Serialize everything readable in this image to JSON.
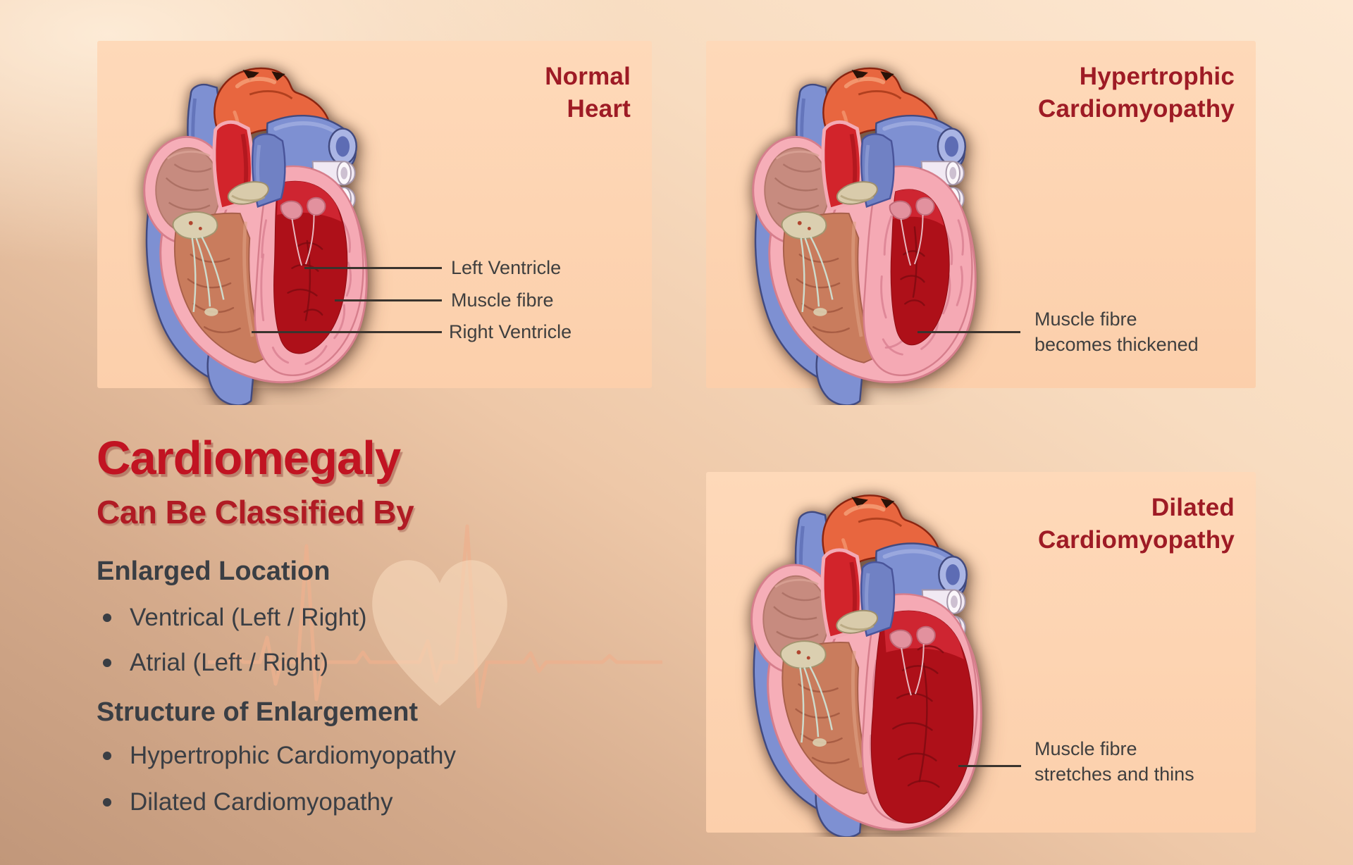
{
  "headline": {
    "title": "Cardiomegaly",
    "subtitle": "Can Be Classified By"
  },
  "classification": {
    "location": {
      "heading": "Enlarged Location",
      "items": [
        "Ventrical (Left / Right)",
        "Atrial (Left / Right)"
      ]
    },
    "structure": {
      "heading": "Structure of Enlargement",
      "items": [
        "Hypertrophic Cardiomyopathy",
        "Dilated Cardiomyopathy"
      ]
    }
  },
  "panels": {
    "normal": {
      "title_line1": "Normal",
      "title_line2": "Heart",
      "labels": [
        "Left Ventricle",
        "Muscle fibre",
        "Right Ventricle"
      ]
    },
    "hypertrophic": {
      "title_line1": "Hypertrophic",
      "title_line2": "Cardiomyopathy",
      "label_line1": "Muscle fibre",
      "label_line2": "becomes thickened"
    },
    "dilated": {
      "title_line1": "Dilated",
      "title_line2": "Cardiomyopathy",
      "label_line1": "Muscle fibre",
      "label_line2": "stretches and thins"
    }
  },
  "colors": {
    "accent_red": "#c11422",
    "subtitle_red": "#b01b24",
    "panel_title_red": "#9e1b25",
    "text_dark": "#3a3e44",
    "panel_bg": "#fdd6b4",
    "leader_line": "#3a342e",
    "heart_muscle_pink": "#f5a9b4",
    "ventricle_red": "#ae1019",
    "vessel_blue": "#7e90d2",
    "aorta_orange": "#e8663f"
  }
}
